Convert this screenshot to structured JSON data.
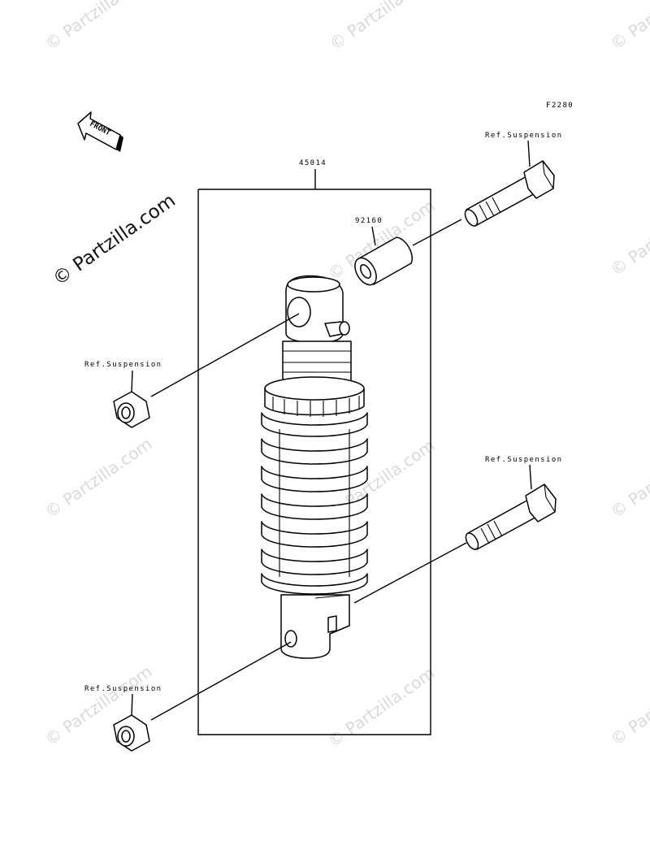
{
  "diagram": {
    "figure_code": "F2280",
    "front_arrow_text": "FRONT",
    "watermark_text": "© Partzilla.com",
    "callouts": {
      "assembly_part_number": "45014",
      "bushing_part_number": "92160",
      "ref_top_bolt": "Ref.Suspension",
      "ref_top_nut": "Ref.Suspension",
      "ref_bottom_bolt": "Ref.Suspension",
      "ref_bottom_nut": "Ref.Suspension"
    }
  }
}
